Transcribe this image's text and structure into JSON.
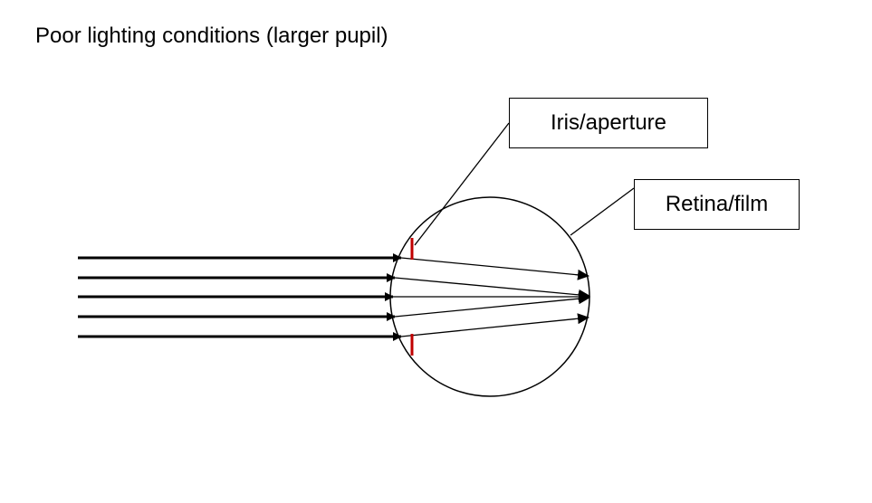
{
  "title": "Poor lighting conditions (larger pupil)",
  "labels": {
    "iris": "Iris/aperture",
    "retina": "Retina/film"
  },
  "colors": {
    "iris_marker": "#c00000",
    "stroke": "#000000",
    "background": "#ffffff"
  },
  "incoming_ray_count": 5,
  "refracted_ray_count": 5
}
